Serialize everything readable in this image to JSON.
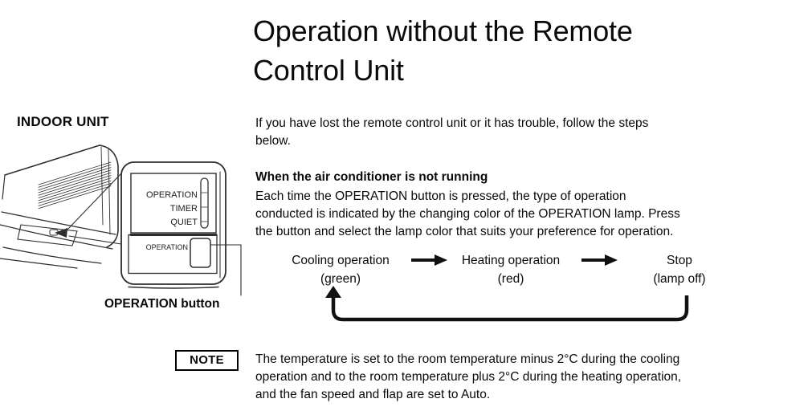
{
  "page": {
    "title_lines": [
      "Operation without the Remote",
      "Control Unit"
    ]
  },
  "indoor_unit": {
    "heading": "INDOOR UNIT",
    "panel": {
      "lamp_labels": [
        "OPERATION",
        "TIMER",
        "QUIET"
      ],
      "button_label": "OPERATION"
    },
    "button_caption": "OPERATION button"
  },
  "content": {
    "intro_lines": [
      "If you have lost the remote control unit or it has trouble, follow the steps",
      "below."
    ],
    "section_heading": "When the air conditioner is not running",
    "body_lines": [
      "Each time the OPERATION button is pressed, the type of operation",
      "conducted is indicated by the changing color of the OPERATION lamp. Press",
      "the button and select the lamp color that suits your preference for operation."
    ],
    "cycle": {
      "steps": [
        {
          "label": "Cooling operation",
          "sub": "(green)"
        },
        {
          "label": "Heating operation",
          "sub": "(red)"
        },
        {
          "label": "Stop",
          "sub": "(lamp off)"
        }
      ]
    },
    "note": {
      "badge": "NOTE",
      "lines": [
        "The temperature is set to the room temperature minus 2°C during the cooling",
        "operation and to the room temperature plus 2°C during the heating operation,",
        "and the fan speed and flap are set to Auto."
      ]
    }
  },
  "colors": {
    "ink": "#0a0a0a",
    "line": "#2e2e2e"
  }
}
